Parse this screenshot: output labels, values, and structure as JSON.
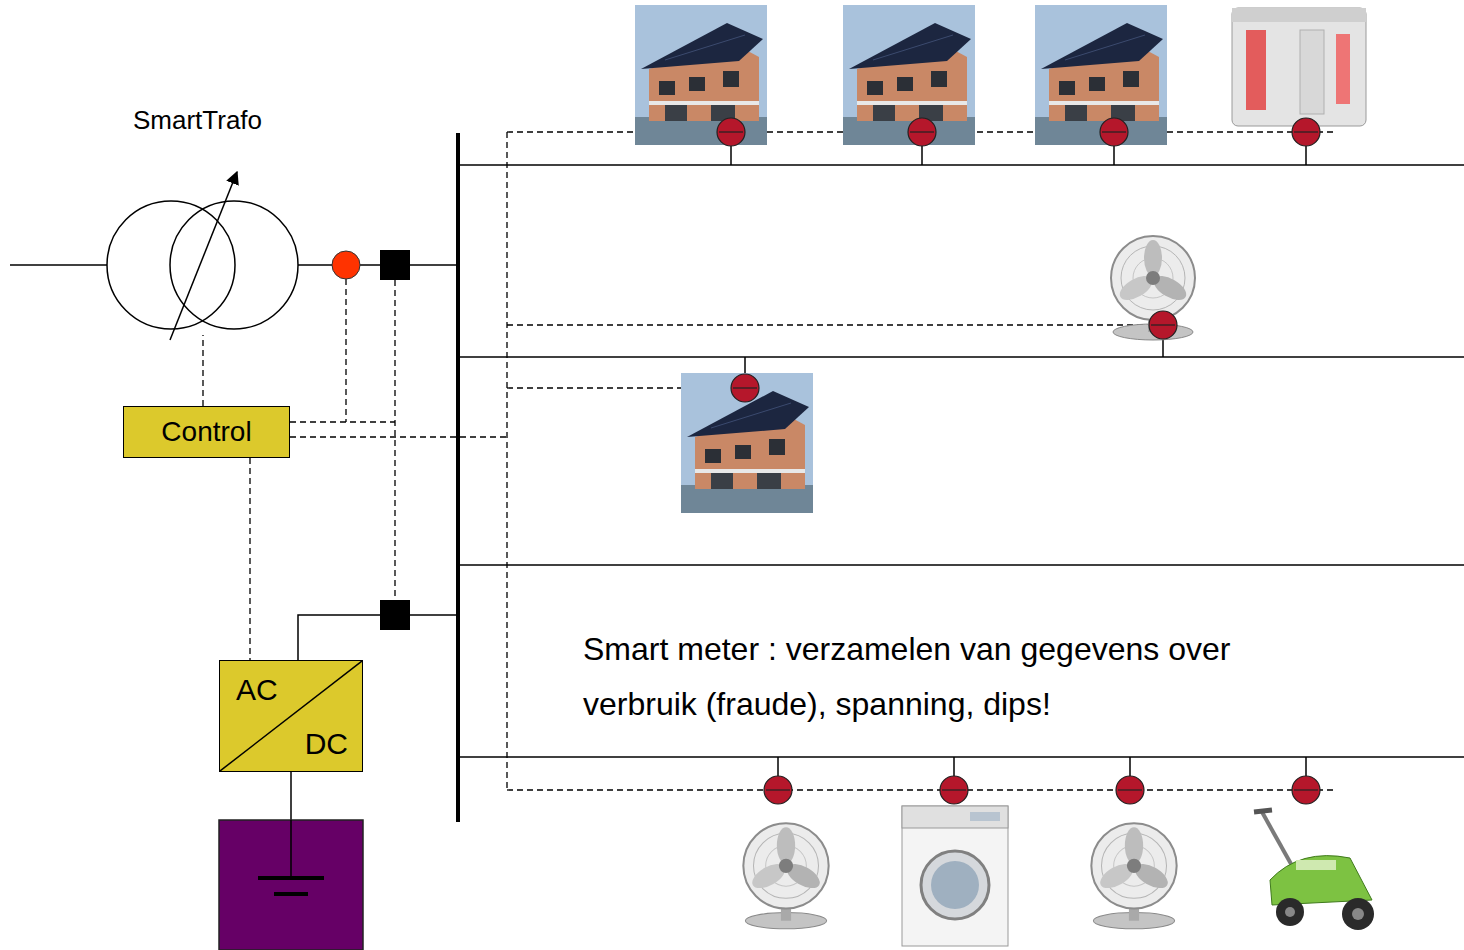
{
  "diagram": {
    "nodes": [
      {
        "text": [
          "SmartTrafo"
        ]
      },
      {
        "text": [
          "Control"
        ]
      },
      {
        "text": [
          "AC",
          "DC"
        ]
      }
    ],
    "edges": [
      {
        "from": 1,
        "to": 0,
        "arrow": "none"
      },
      {
        "from": 1,
        "to": 2,
        "arrow": "none"
      }
    ],
    "labels": [
      "Smart meter : verzamelen van gegevens over verbruik (fraude), spanning, dips!"
    ]
  }
}
